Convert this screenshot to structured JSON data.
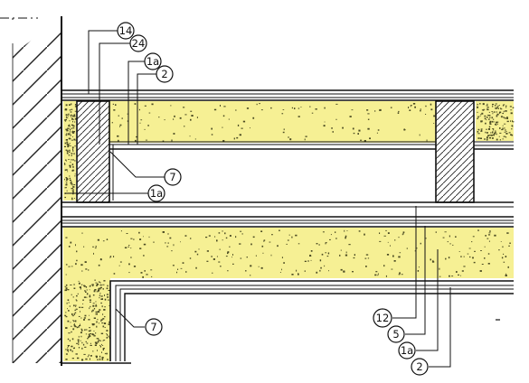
{
  "drawing": {
    "colors": {
      "insulation_fill": "#f6f094",
      "insulation_speckle": "#4a4a22",
      "line": "#111111",
      "paper": "#ffffff",
      "hatch": "#222222"
    },
    "callouts": [
      {
        "id": "c14",
        "text": "14"
      },
      {
        "id": "c24",
        "text": "24"
      },
      {
        "id": "c1a_top",
        "text": "1a"
      },
      {
        "id": "c2_top",
        "text": "2"
      },
      {
        "id": "c7_mid",
        "text": "7"
      },
      {
        "id": "c1a_mid",
        "text": "1a"
      },
      {
        "id": "c7_low",
        "text": "7"
      },
      {
        "id": "c12",
        "text": "12"
      },
      {
        "id": "c5",
        "text": "5"
      },
      {
        "id": "c1a_bot",
        "text": "1a"
      },
      {
        "id": "c2_bot",
        "text": "2"
      }
    ]
  }
}
